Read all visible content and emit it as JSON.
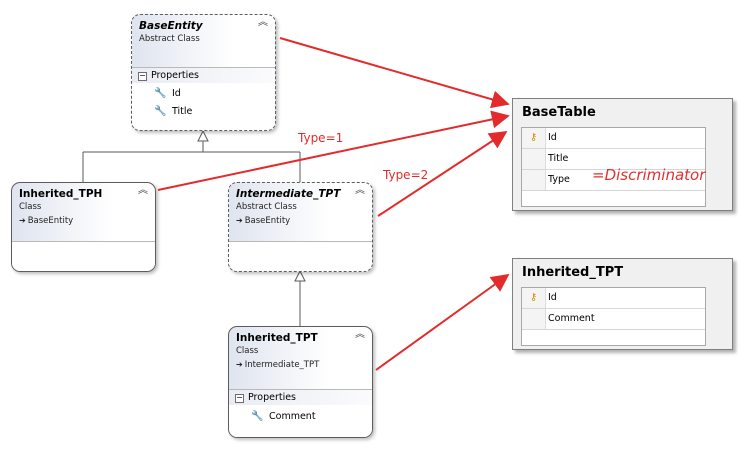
{
  "entities": {
    "base_entity": {
      "name": "BaseEntity",
      "kind": "Abstract Class",
      "section_label": "Properties",
      "properties": [
        "Id",
        "Title"
      ]
    },
    "inherited_tph": {
      "name": "Inherited_TPH",
      "kind": "Class",
      "base": "BaseEntity"
    },
    "intermediate_tpt": {
      "name": "Intermediate_TPT",
      "kind": "Abstract Class",
      "base": "BaseEntity"
    },
    "inherited_tpt": {
      "name": "Inherited_TPT",
      "kind": "Class",
      "base": "Intermediate_TPT",
      "section_label": "Properties",
      "properties": [
        "Comment"
      ]
    }
  },
  "tables": {
    "base_table": {
      "name": "BaseTable",
      "columns": [
        "Id",
        "Title",
        "Type"
      ]
    },
    "inherited_tpt_table": {
      "name": "Inherited_TPT",
      "columns": [
        "Id",
        "Comment"
      ]
    }
  },
  "annotations": {
    "type1": "Type=1",
    "type2": "Type=2",
    "discriminator": "=Discriminator"
  },
  "colors": {
    "arrow": "#e32b2b",
    "connector": "#5a5a5a",
    "entity_gradient": "#dfe4ef",
    "table_bg": "#f0f0f0"
  },
  "icons": {
    "collapse": "double-chevron-up-icon",
    "property": "wrench-icon",
    "inheritance": "inheritance-arrow-icon",
    "primary_key": "key-icon",
    "section_toggle": "minus-box-icon"
  }
}
